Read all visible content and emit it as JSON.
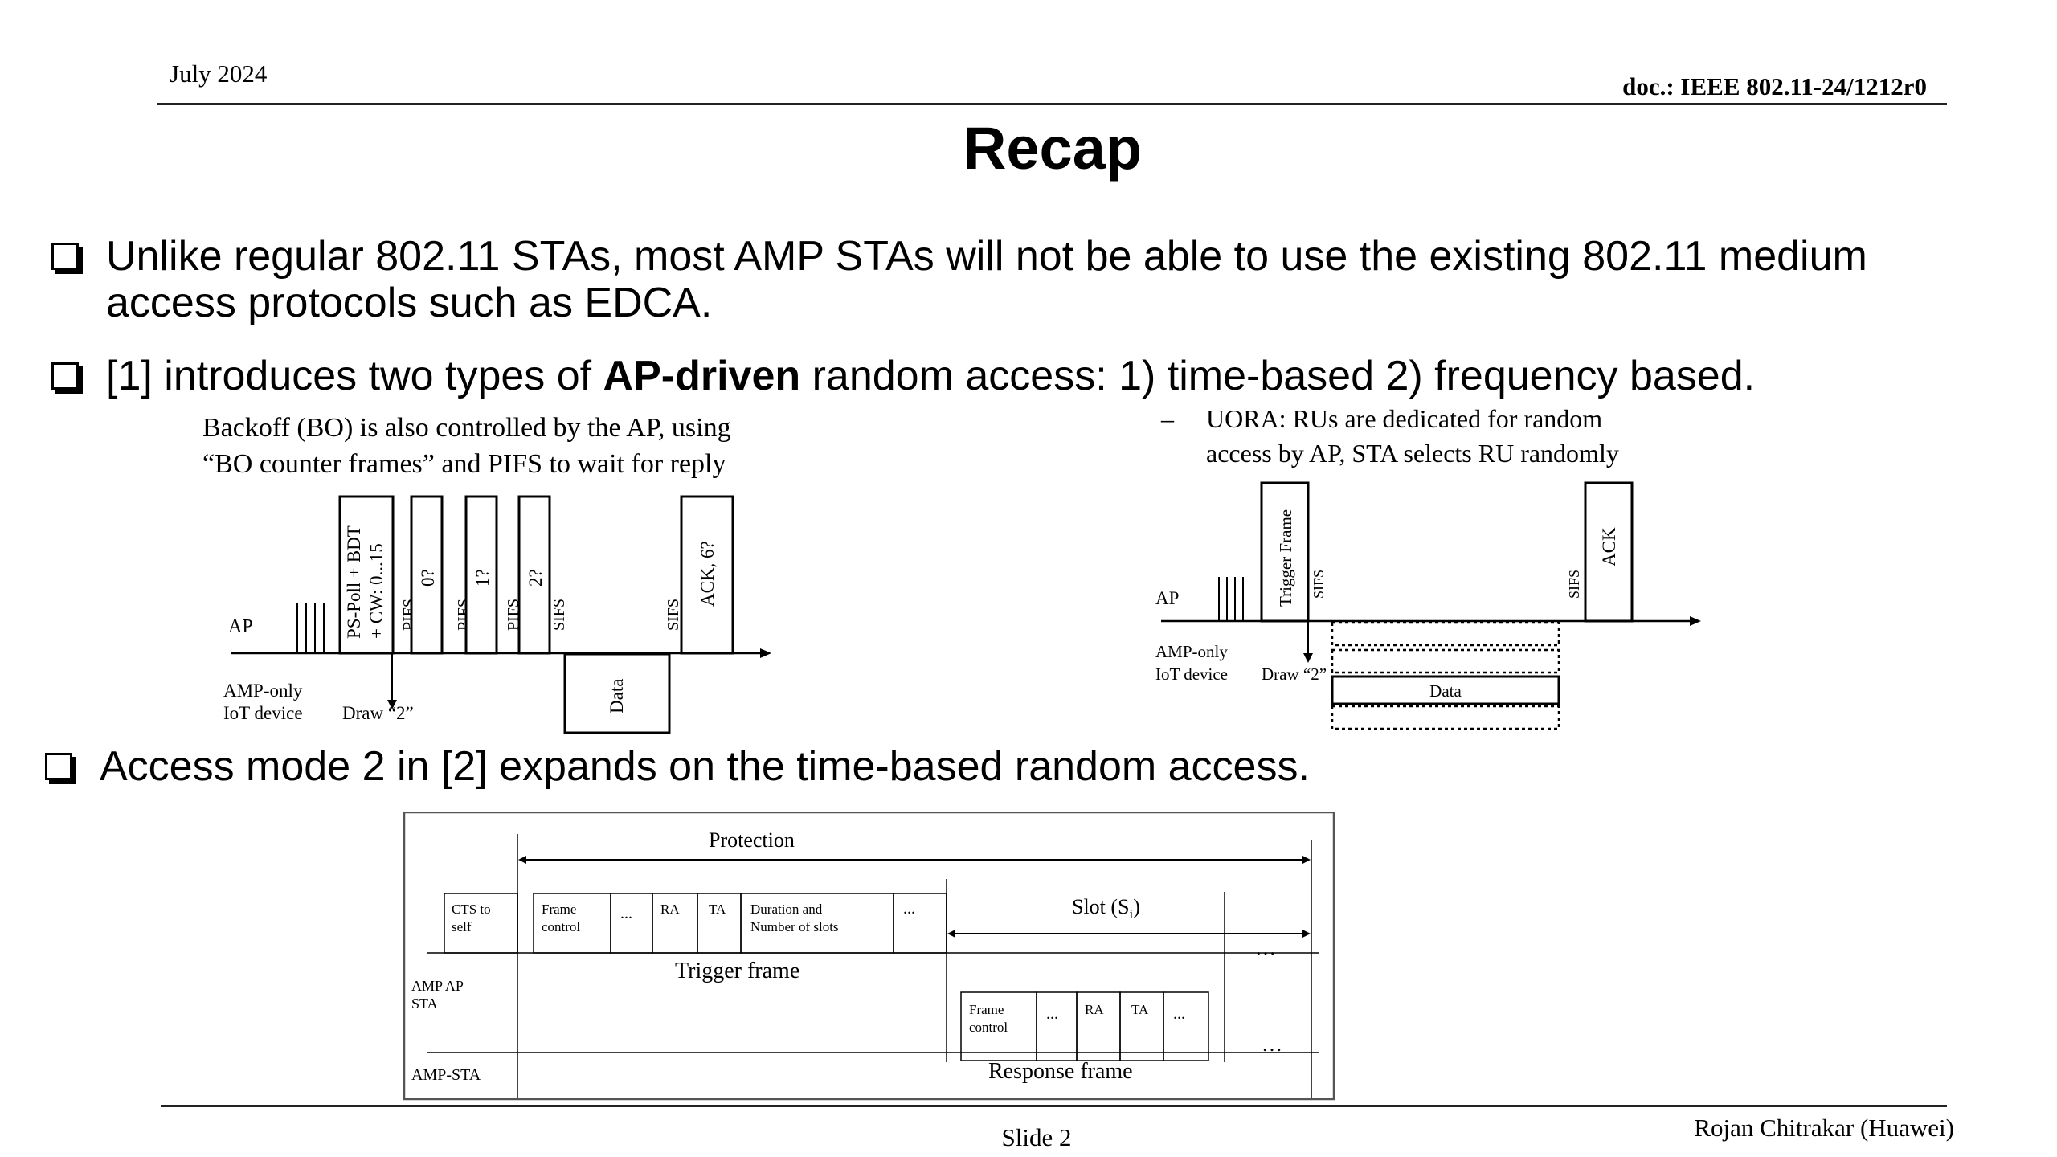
{
  "header": {
    "date": "July 2024",
    "doc_id": "doc.: IEEE 802.11-24/1212r0"
  },
  "slide": {
    "title": "Recap",
    "bullets": [
      {
        "line1": "Unlike regular 802.11 STAs, most AMP STAs will not be able to use the existing 802.11 medium",
        "line2": "access protocols such as EDCA."
      },
      {
        "pre": "[1] introduces two types of ",
        "bold": "AP-driven",
        "post": " random access: 1) time-based 2) frequency based."
      },
      {
        "text": "Access mode 2 in [2] expands on the time-based random access."
      }
    ],
    "left_note": {
      "line1": "Backoff (BO) is also controlled by the AP, using",
      "line2": "“BO counter frames” and PIFS to wait for reply"
    },
    "right_note": {
      "dash": "–",
      "line1": "UORA: RUs are dedicated for random",
      "line2": "access by AP, STA selects RU randomly"
    }
  },
  "fig_time": {
    "ap": "AP",
    "iot1": "AMP-only",
    "iot2": "IoT device",
    "draw": "Draw “2”",
    "frame1a": "PS-Poll + BDT",
    "frame1b": "+ CW: 0...15",
    "f0": "0?",
    "f1": "1?",
    "f2": "2?",
    "ack": "ACK, 6?",
    "pifs": "PIFS",
    "sifs": "SIFS",
    "data": "Data"
  },
  "fig_freq": {
    "ap": "AP",
    "iot1": "AMP-only",
    "iot2": "IoT device",
    "draw": "Draw “2”",
    "trigger": "Trigger Frame",
    "sifs": "SIFS",
    "ack": "ACK",
    "data": "Data"
  },
  "fig_mode2": {
    "protection": "Protection",
    "slot": "Slot (S",
    "slot_sub": "i",
    "slot_close": ")",
    "cts1": "CTS to",
    "cts2": "self",
    "fc1": "Frame",
    "fc2": "control",
    "ellipsis": "...",
    "ra": "RA",
    "ta": "TA",
    "dur1": "Duration and",
    "dur2": "Number of slots",
    "trigger_frame": "Trigger frame",
    "response_frame": "Response frame",
    "ap_sta1": "AMP AP",
    "ap_sta2": "STA",
    "amp_sta": "AMP-STA",
    "dots": "…"
  },
  "footer": {
    "slide": "Slide 2",
    "author": "Rojan Chitrakar (Huawei)"
  }
}
